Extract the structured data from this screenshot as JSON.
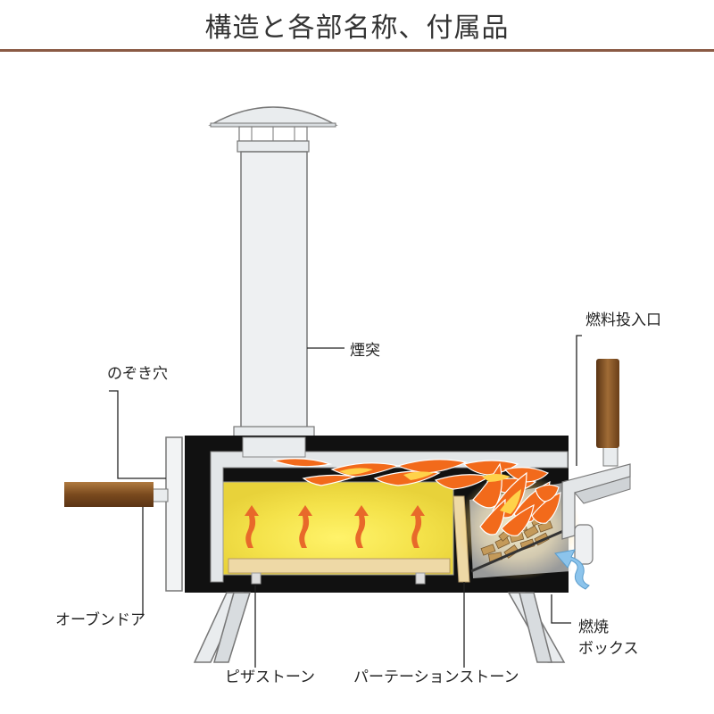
{
  "title": "構造と各部名称、付属品",
  "labels": {
    "chimney": "煙突",
    "peephole": "のぞき穴",
    "fuel_inlet": "燃料投入口",
    "oven_door": "オーブンドア",
    "firebox_line1": "燃焼",
    "firebox_line2": "ボックス",
    "pizza_stone": "ピザストーン",
    "partition_stone": "パーテーションストーン"
  },
  "colors": {
    "rule": "#8a5a44",
    "body": "#111111",
    "steel": "#e9ecee",
    "steel_edge": "#777777",
    "wood": "#8a5a2b",
    "flame": "#f26a1b",
    "heat": "#f4e24a",
    "airflow": "#8cc4ec"
  }
}
